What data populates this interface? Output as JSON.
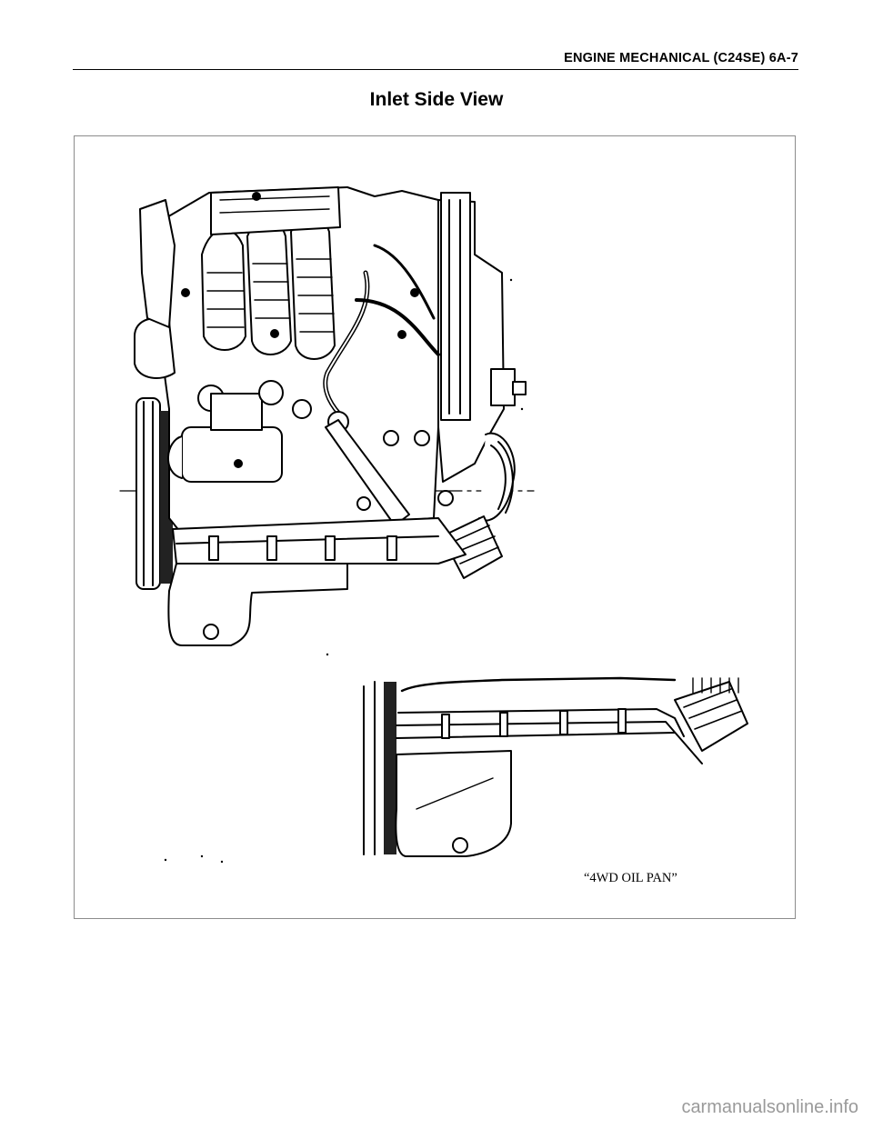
{
  "header": {
    "running_head": "ENGINE MECHANICAL (C24SE) 6A-7"
  },
  "page": {
    "title": "Inlet Side View"
  },
  "figure": {
    "caption": "“4WD OIL PAN”"
  },
  "footer": {
    "watermark": "carmanualsonline.info"
  }
}
